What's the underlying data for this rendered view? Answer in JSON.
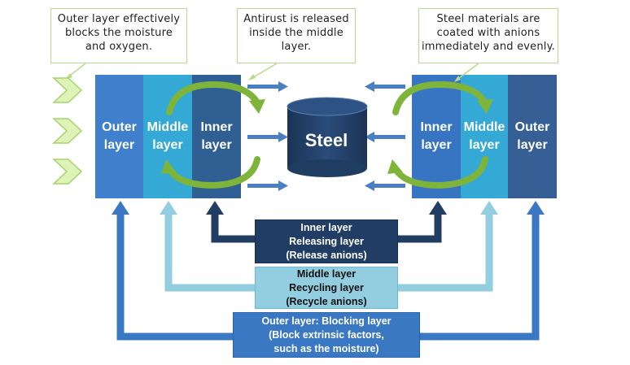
{
  "callouts": {
    "outer": [
      "Outer layer effectively",
      "blocks the moisture",
      "and oxygen."
    ],
    "antirust": [
      "Antirust is released",
      "inside the middle",
      "layer."
    ],
    "anions": [
      "Steel materials are",
      "coated with anions",
      "immediately and evenly."
    ]
  },
  "left_block": {
    "outer": [
      "Outer",
      "layer"
    ],
    "middle": [
      "Middle",
      "layer"
    ],
    "inner": [
      "Inner",
      "layer"
    ]
  },
  "right_block": {
    "inner": [
      "Inner",
      "layer"
    ],
    "middle": [
      "Middle",
      "layer"
    ],
    "outer": [
      "Outer",
      "layer"
    ]
  },
  "steel": "Steel",
  "boxes": {
    "inner": [
      "Inner layer",
      "Releasing layer",
      "(Release anions)"
    ],
    "middle": [
      "Middle layer",
      "Recycling layer",
      "(Recycle anions)"
    ],
    "outer": [
      "Outer layer:  Blocking layer",
      "(Block extrinsic factors,",
      "such as the moisture)"
    ]
  },
  "colors": {
    "outer_layer": "#3f7fcb",
    "middle_layer": "#35a9d6",
    "inner_layer": "#2f5f93",
    "steel": "#1f3d60",
    "inner_box": "#213d63",
    "middle_box": "#92cde0",
    "outer_box": "#3b78c3",
    "cycle_arrow": "#7fb43a",
    "callout_border": "#b9d98c"
  }
}
